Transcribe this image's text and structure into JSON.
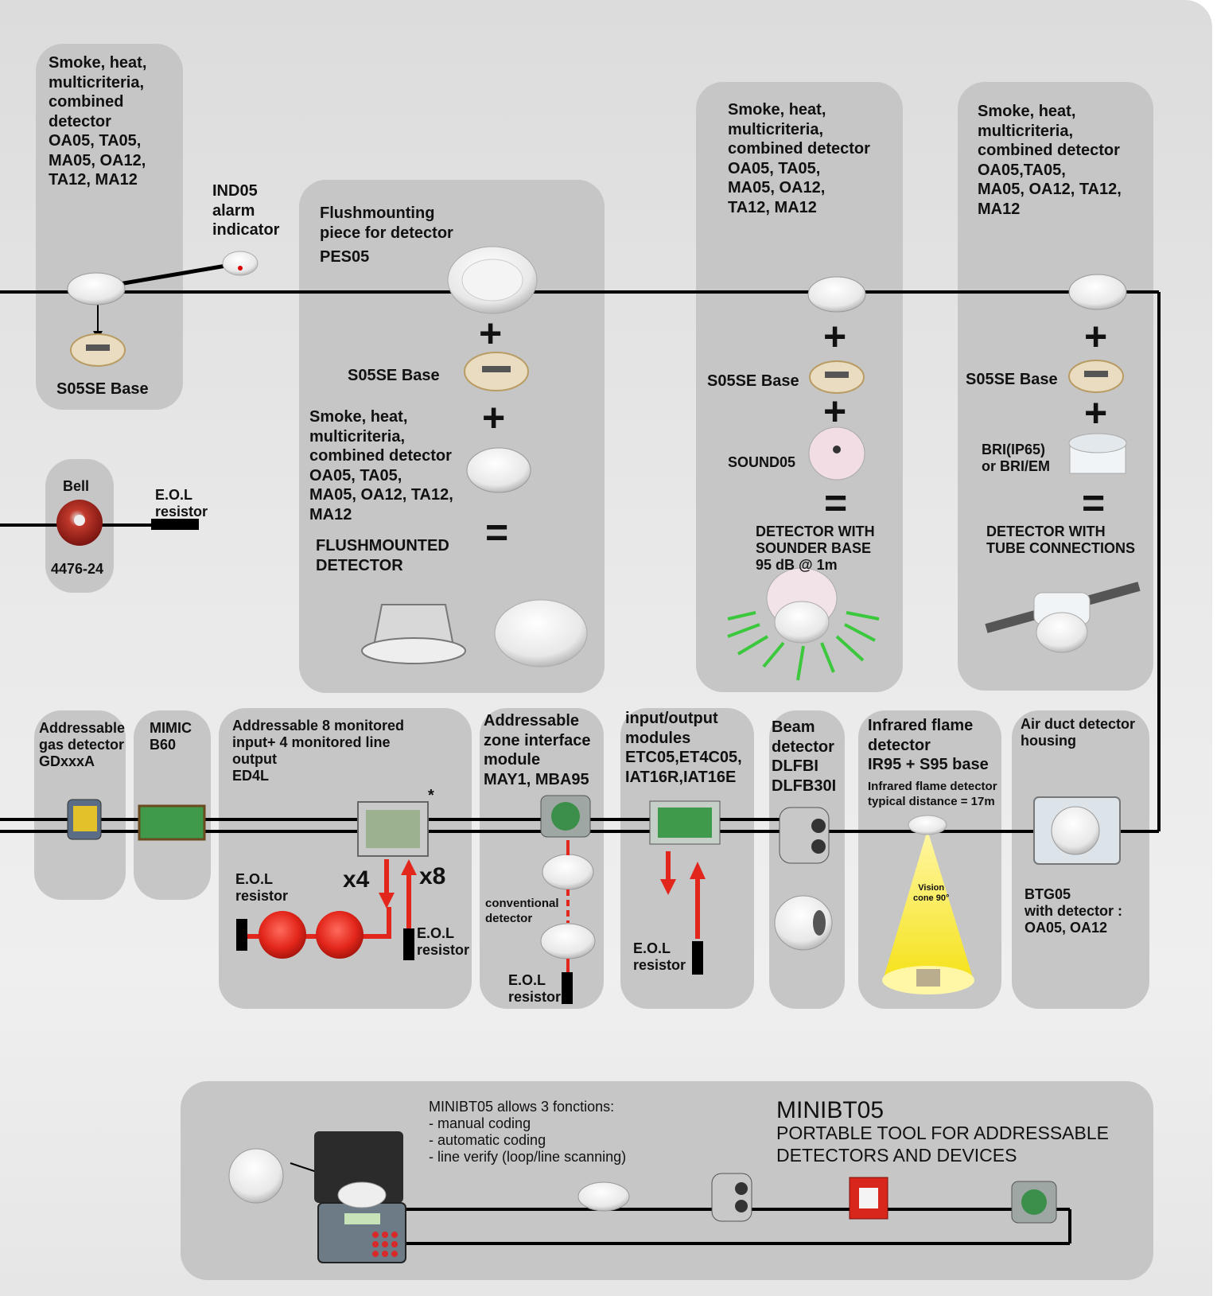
{
  "panels": {
    "p1_title": "Smoke, heat,\nmulticriteria,\ncombined\ndetector\nOA05, TA05,\nMA05, OA12,\nTA12, MA12",
    "p1_base": "S05SE Base",
    "ind05": "IND05\nalarm\nindicator",
    "p2_title": "Flushmounting\npiece for detector",
    "p2_code": "PES05",
    "p2_base": "S05SE Base",
    "p2_detector": "Smoke, heat,\nmulticriteria,\ncombined detector\nOA05, TA05,\nMA05, OA12, TA12,\nMA12",
    "p2_result": "FLUSHMOUNTED\nDETECTOR",
    "p3_title": "Smoke, heat,\nmulticriteria,\ncombined detector\nOA05, TA05,\nMA05, OA12,\nTA12, MA12",
    "p3_base": "S05SE Base",
    "p3_sounder": "SOUND05",
    "p3_result": "DETECTOR WITH\nSOUNDER BASE\n95 dB @ 1m",
    "p4_title": "Smoke, heat,\nmulticriteria,\ncombined detector\nOA05,TA05,\nMA05, OA12, TA12,\nMA12",
    "p4_base": "S05SE Base",
    "p4_box": "BRI(IP65)\nor BRI/EM",
    "p4_result": "DETECTOR WITH\nTUBE CONNECTIONS",
    "bell_title": "Bell",
    "bell_code": "4476-24",
    "bell_eol": "E.O.L\nresistor",
    "gas": "Addressable\ngas detector\nGDxxxA",
    "mimic": "MIMIC\nB60",
    "ed4l": "Addressable 8 monitored\ninput+ 4 monitored line\noutput\nED4L",
    "ed4l_star": "*",
    "ed4l_eol_left": "E.O.L\nresistor",
    "ed4l_x4": "x4",
    "ed4l_x8": "x8",
    "ed4l_eol_right": "E.O.L\nresistor",
    "may_title": "Addressable\nzone interface\nmodule\nMAY1, MBA95",
    "may_conv": "conventional\ndetector",
    "may_eol": "E.O.L\nresistor",
    "io_title": "input/output\nmodules\nETC05,ET4C05,\nIAT16R,IAT16E",
    "io_eol": "E.O.L\nresistor",
    "beam_title": "Beam\ndetector\nDLFBI\nDLFB30I",
    "ir_title": "Infrared flame\ndetector\nIR95 + S95 base",
    "ir_sub": "Infrared flame detector\ntypical distance = 17m",
    "ir_cone": "Vision\ncone 90°",
    "duct_title": "Air duct detector\nhousing",
    "duct_sub": "BTG05\nwith detector :\nOA05, OA12",
    "mini_fn": "MINIBT05 allows 3 fonctions:\n- manual coding\n- automatic coding\n- line verify (loop/line scanning)",
    "mini_title": "MINIBT05",
    "mini_sub": "PORTABLE TOOL FOR ADDRESSABLE\nDETECTORS AND DEVICES"
  },
  "symbols": {
    "plus": "+",
    "equals": "="
  },
  "colors": {
    "panel": "#c6c6c6",
    "wire": "#000000",
    "red": "#e3261b",
    "yellow": "#f5e21a",
    "green": "#2fb52f"
  }
}
